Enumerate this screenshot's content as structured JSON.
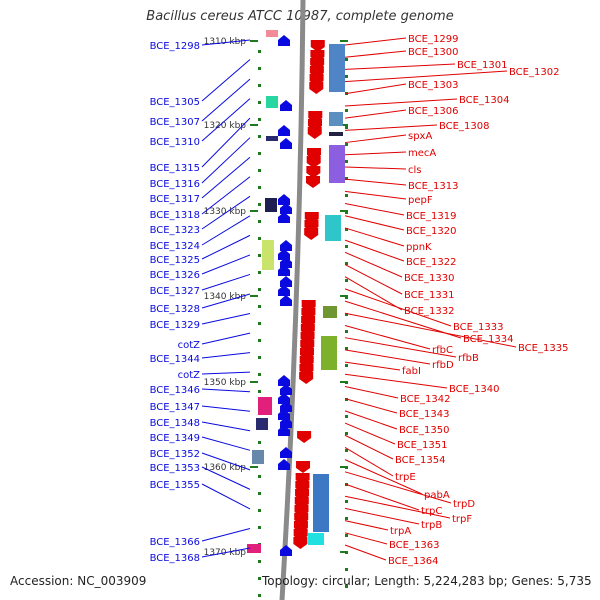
{
  "title": "Bacillus cereus ATCC 10987, complete genome",
  "footer": {
    "accession": "Accession: NC_003909",
    "topology": "Topology: circular; Length: 5,224,283 bp; Genes: 5,735"
  },
  "colors": {
    "left_genes": "#0a0ae0",
    "right_genes": "#e00000",
    "ticks": "#1f7a1f",
    "backbone": "#8a8a8a"
  },
  "scale_labels": [
    {
      "text": "1310 kbp"
    },
    {
      "text": "1320 kbp"
    },
    {
      "text": "1330 kbp"
    },
    {
      "text": "1340 kbp"
    },
    {
      "text": "1350 kbp"
    },
    {
      "text": "1360 kbp"
    },
    {
      "text": "1370 kbp"
    }
  ],
  "left_genes": [
    "BCE_1298",
    "BCE_1305",
    "BCE_1307",
    "BCE_1310",
    "BCE_1315",
    "BCE_1316",
    "BCE_1317",
    "BCE_1318",
    "BCE_1323",
    "BCE_1324",
    "BCE_1325",
    "BCE_1326",
    "BCE_1327",
    "BCE_1328",
    "BCE_1329",
    "cotZ",
    "BCE_1344",
    "cotZ",
    "BCE_1346",
    "BCE_1347",
    "BCE_1348",
    "BCE_1349",
    "BCE_1352",
    "BCE_1353",
    "BCE_1355",
    "BCE_1366",
    "BCE_1368"
  ],
  "right_genes": [
    "BCE_1299",
    "BCE_1300",
    "BCE_1301",
    "BCE_1302",
    "BCE_1303",
    "BCE_1304",
    "BCE_1306",
    "BCE_1308",
    "spxA",
    "mecA",
    "cls",
    "BCE_1313",
    "pepF",
    "BCE_1319",
    "BCE_1320",
    "ppnK",
    "BCE_1322",
    "BCE_1330",
    "BCE_1331",
    "BCE_1332",
    "BCE_1333",
    "BCE_1334",
    "BCE_1335",
    "rfbC",
    "rfbB",
    "rfbD",
    "fabI",
    "BCE_1340",
    "BCE_1342",
    "BCE_1343",
    "BCE_1350",
    "BCE_1351",
    "BCE_1354",
    "trpE",
    "pabA",
    "trpD",
    "trpC",
    "trpF",
    "trpB",
    "trpA",
    "BCE_1363",
    "BCE_1364"
  ]
}
